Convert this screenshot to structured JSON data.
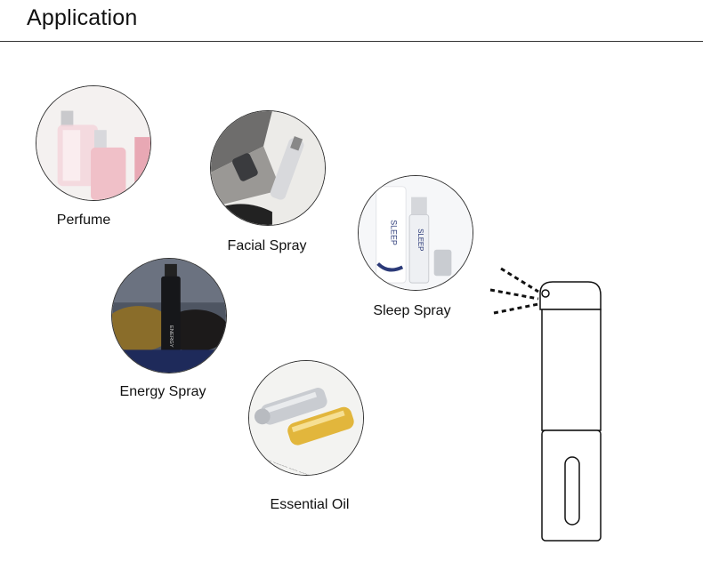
{
  "header": {
    "title": "Application"
  },
  "applications": [
    {
      "label": "Perfume",
      "icon": "perfume-bottle-photo"
    },
    {
      "label": "Facial Spray",
      "icon": "facial-spray-photo"
    },
    {
      "label": "Sleep Spray",
      "icon": "sleep-spray-photo"
    },
    {
      "label": "Energy Spray",
      "icon": "energy-spray-photo"
    },
    {
      "label": "Essential Oil",
      "icon": "essential-oil-photo"
    }
  ],
  "illustration": {
    "icon": "spray-bottle-outline-icon"
  },
  "colors": {
    "accent_line": "#333333",
    "gold": "#e2b63c",
    "silver": "#c9ccd1",
    "sleep_blue": "#2b3a78"
  }
}
